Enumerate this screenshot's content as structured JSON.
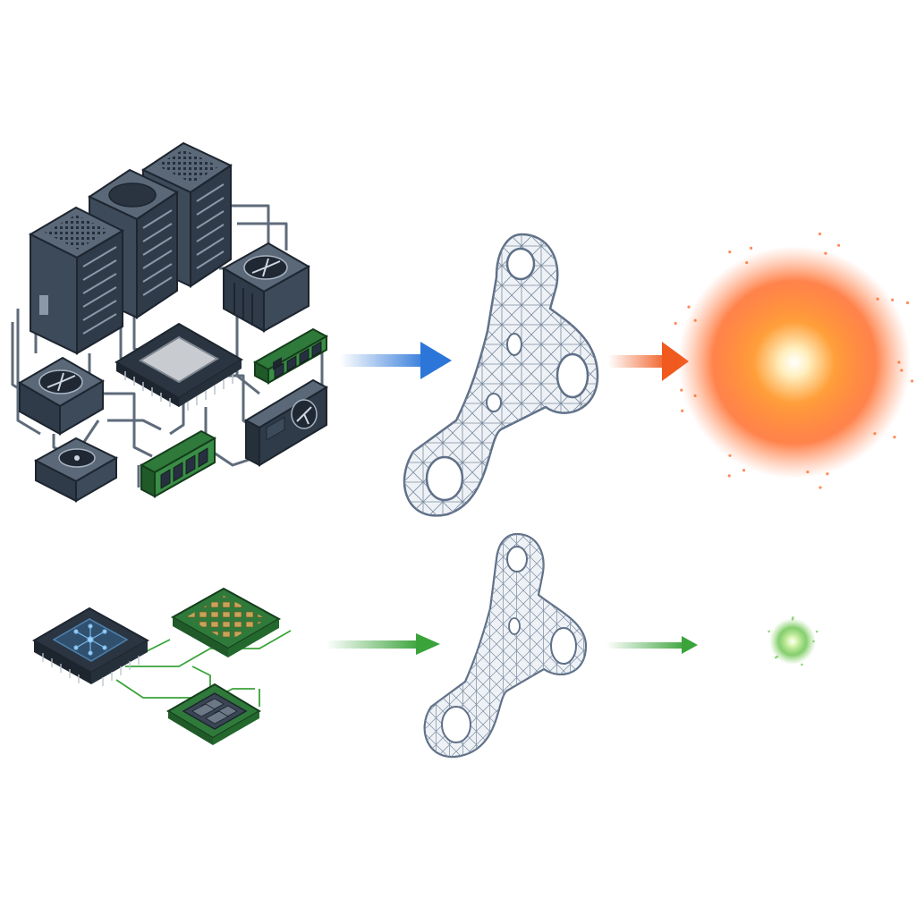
{
  "diagram": {
    "colors": {
      "background": "#ffffff",
      "hardware_dark": "#2f3b49",
      "hardware_mid": "#3d4a5a",
      "hardware_light": "#5a6878",
      "pcb_green": "#2f7a3a",
      "chip_gold": "#c9a25a",
      "mesh_stroke": "#6f7f94",
      "arrow_blue": "#2b76d8",
      "arrow_orange": "#f05a1e",
      "arrow_green": "#3aa33a",
      "glow_orange": "#ff5a10",
      "glow_green": "#66c24a"
    },
    "rows": [
      {
        "name": "traditional-pipeline",
        "hardware": [
          "server-rack",
          "server-rack",
          "server-rack",
          "cooling-fan",
          "cooling-fan",
          "power-supply",
          "cpu-chip",
          "ram-module",
          "ram-module",
          "gpu-card"
        ],
        "arrow_in_icon": "arrow-right-icon",
        "model_icon": "mesh-bracket-icon",
        "arrow_out_icon": "arrow-right-icon",
        "output_icon": "energy-burst-icon",
        "output_level": 1.0
      },
      {
        "name": "efficient-pipeline",
        "hardware": [
          "neural-processor-chip",
          "fpga-board",
          "quad-core-chip"
        ],
        "arrow_in_icon": "arrow-right-icon",
        "model_icon": "mesh-bracket-icon",
        "arrow_out_icon": "arrow-right-icon",
        "output_icon": "energy-burst-icon",
        "output_level": 0.2
      }
    ]
  }
}
